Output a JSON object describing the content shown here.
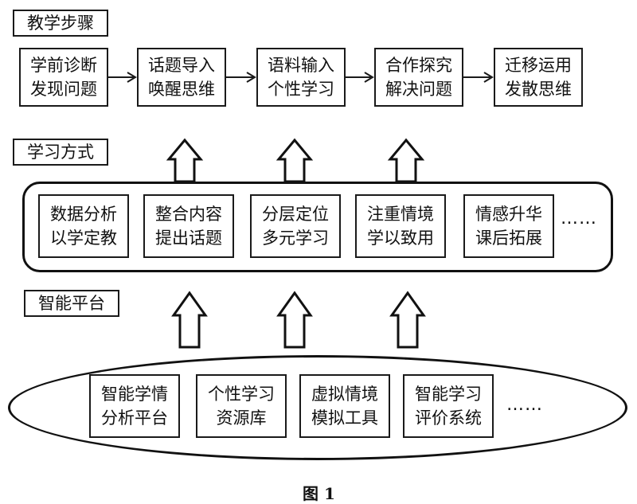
{
  "labels": {
    "steps_title": "教学步骤",
    "methods_title": "学习方式",
    "platform_title": "智能平台"
  },
  "steps": [
    {
      "line1": "学前诊断",
      "line2": "发现问题"
    },
    {
      "line1": "话题导入",
      "line2": "唤醒思维"
    },
    {
      "line1": "语料输入",
      "line2": "个性学习"
    },
    {
      "line1": "合作探究",
      "line2": "解决问题"
    },
    {
      "line1": "迁移运用",
      "line2": "发散思维"
    }
  ],
  "methods": [
    {
      "line1": "数据分析",
      "line2": "以学定教"
    },
    {
      "line1": "整合内容",
      "line2": "提出话题"
    },
    {
      "line1": "分层定位",
      "line2": "多元学习"
    },
    {
      "line1": "注重情境",
      "line2": "学以致用"
    },
    {
      "line1": "情感升华",
      "line2": "课后拓展"
    }
  ],
  "methods_more": "……",
  "platforms": [
    {
      "line1": "智能学情",
      "line2": "分析平台"
    },
    {
      "line1": "个性学习",
      "line2": "资源库"
    },
    {
      "line1": "虚拟情境",
      "line2": "模拟工具"
    },
    {
      "line1": "智能学习",
      "line2": "评价系统"
    }
  ],
  "platforms_more": "……",
  "caption": "图 1"
}
